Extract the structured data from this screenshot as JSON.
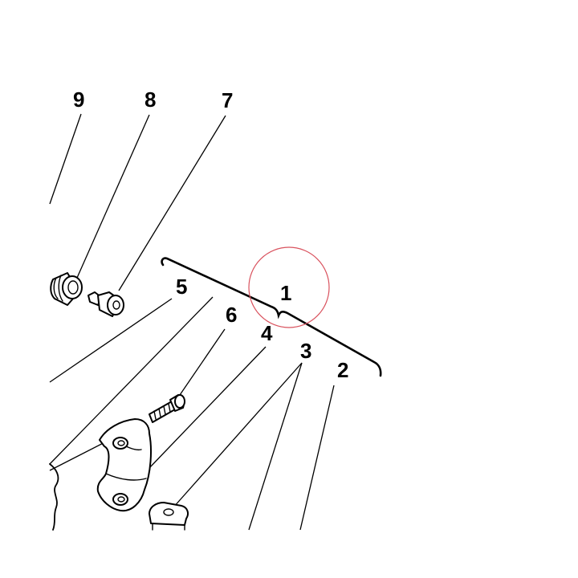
{
  "callouts": {
    "c1": "1",
    "c2": "2",
    "c3": "3",
    "c4": "4",
    "c5": "5",
    "c6": "6",
    "c7": "7",
    "c8": "8",
    "c9": "9"
  },
  "highlight": {
    "color": "#d9525e",
    "target": "1"
  }
}
